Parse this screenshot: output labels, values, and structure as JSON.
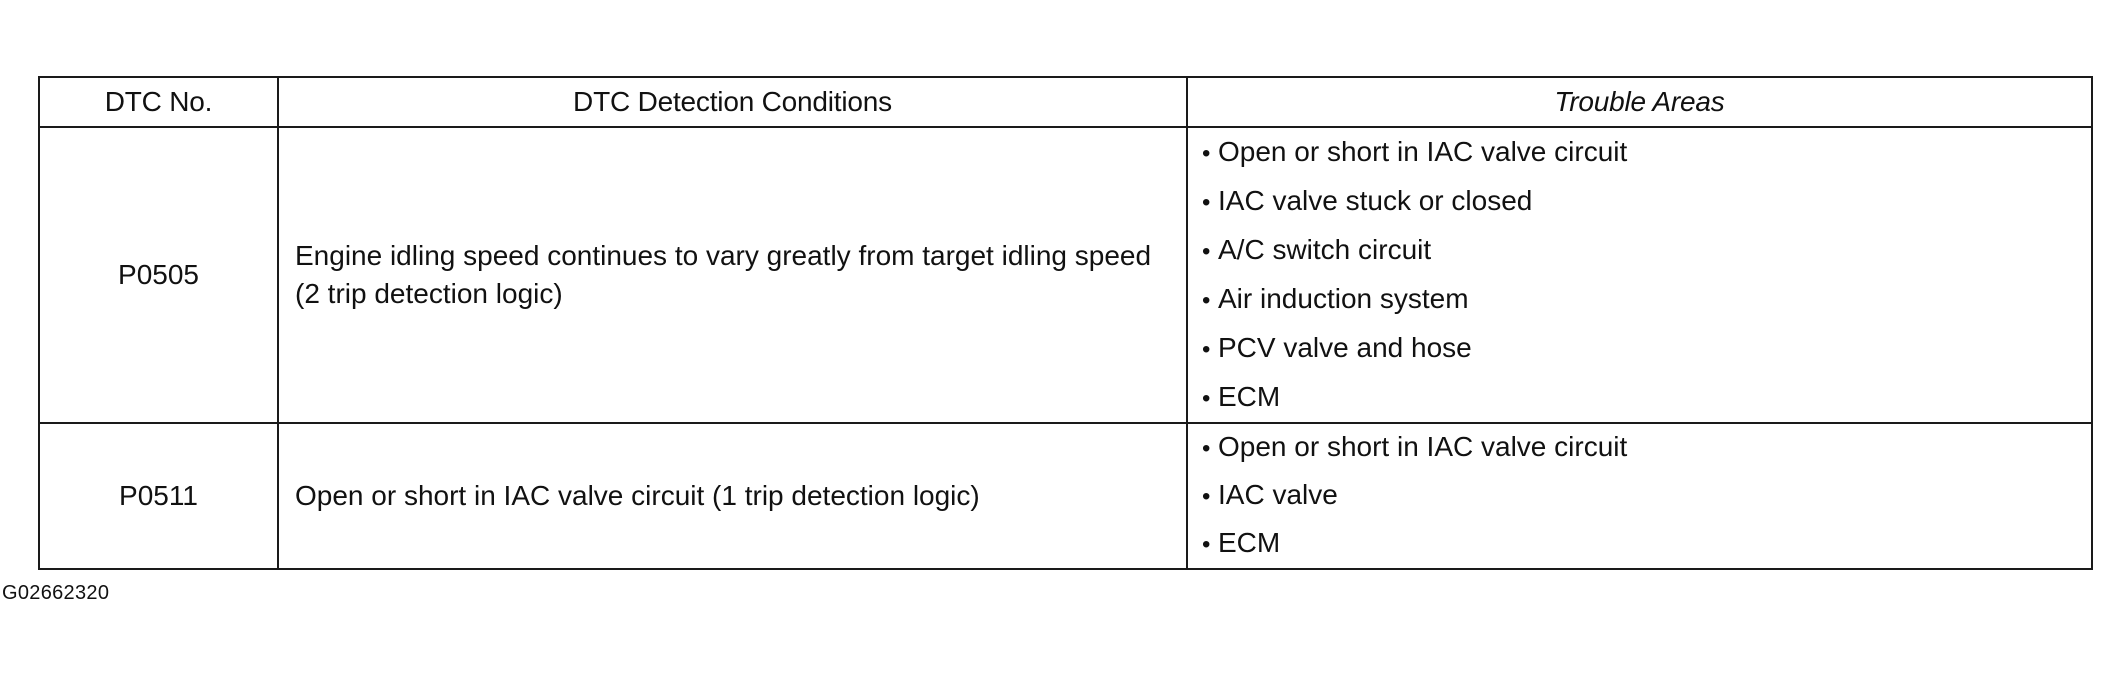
{
  "table": {
    "headers": {
      "dtc_no": "DTC No.",
      "conditions": "DTC Detection Conditions",
      "trouble_areas": "Trouble Areas"
    },
    "rows": [
      {
        "code": "P0505",
        "condition": "Engine idling speed continues to vary greatly from target idling speed (2 trip detection logic)",
        "areas": [
          "Open or short in IAC valve circuit",
          "IAC valve stuck or closed",
          "A/C switch circuit",
          "Air induction system",
          "PCV valve and hose",
          "ECM"
        ]
      },
      {
        "code": "P0511",
        "condition": "Open or short in IAC valve circuit (1 trip detection logic)",
        "areas": [
          "Open or short in IAC valve circuit",
          "IAC valve",
          "ECM"
        ]
      }
    ]
  },
  "figure_id": "G02662320",
  "bullet_symbol": "•"
}
